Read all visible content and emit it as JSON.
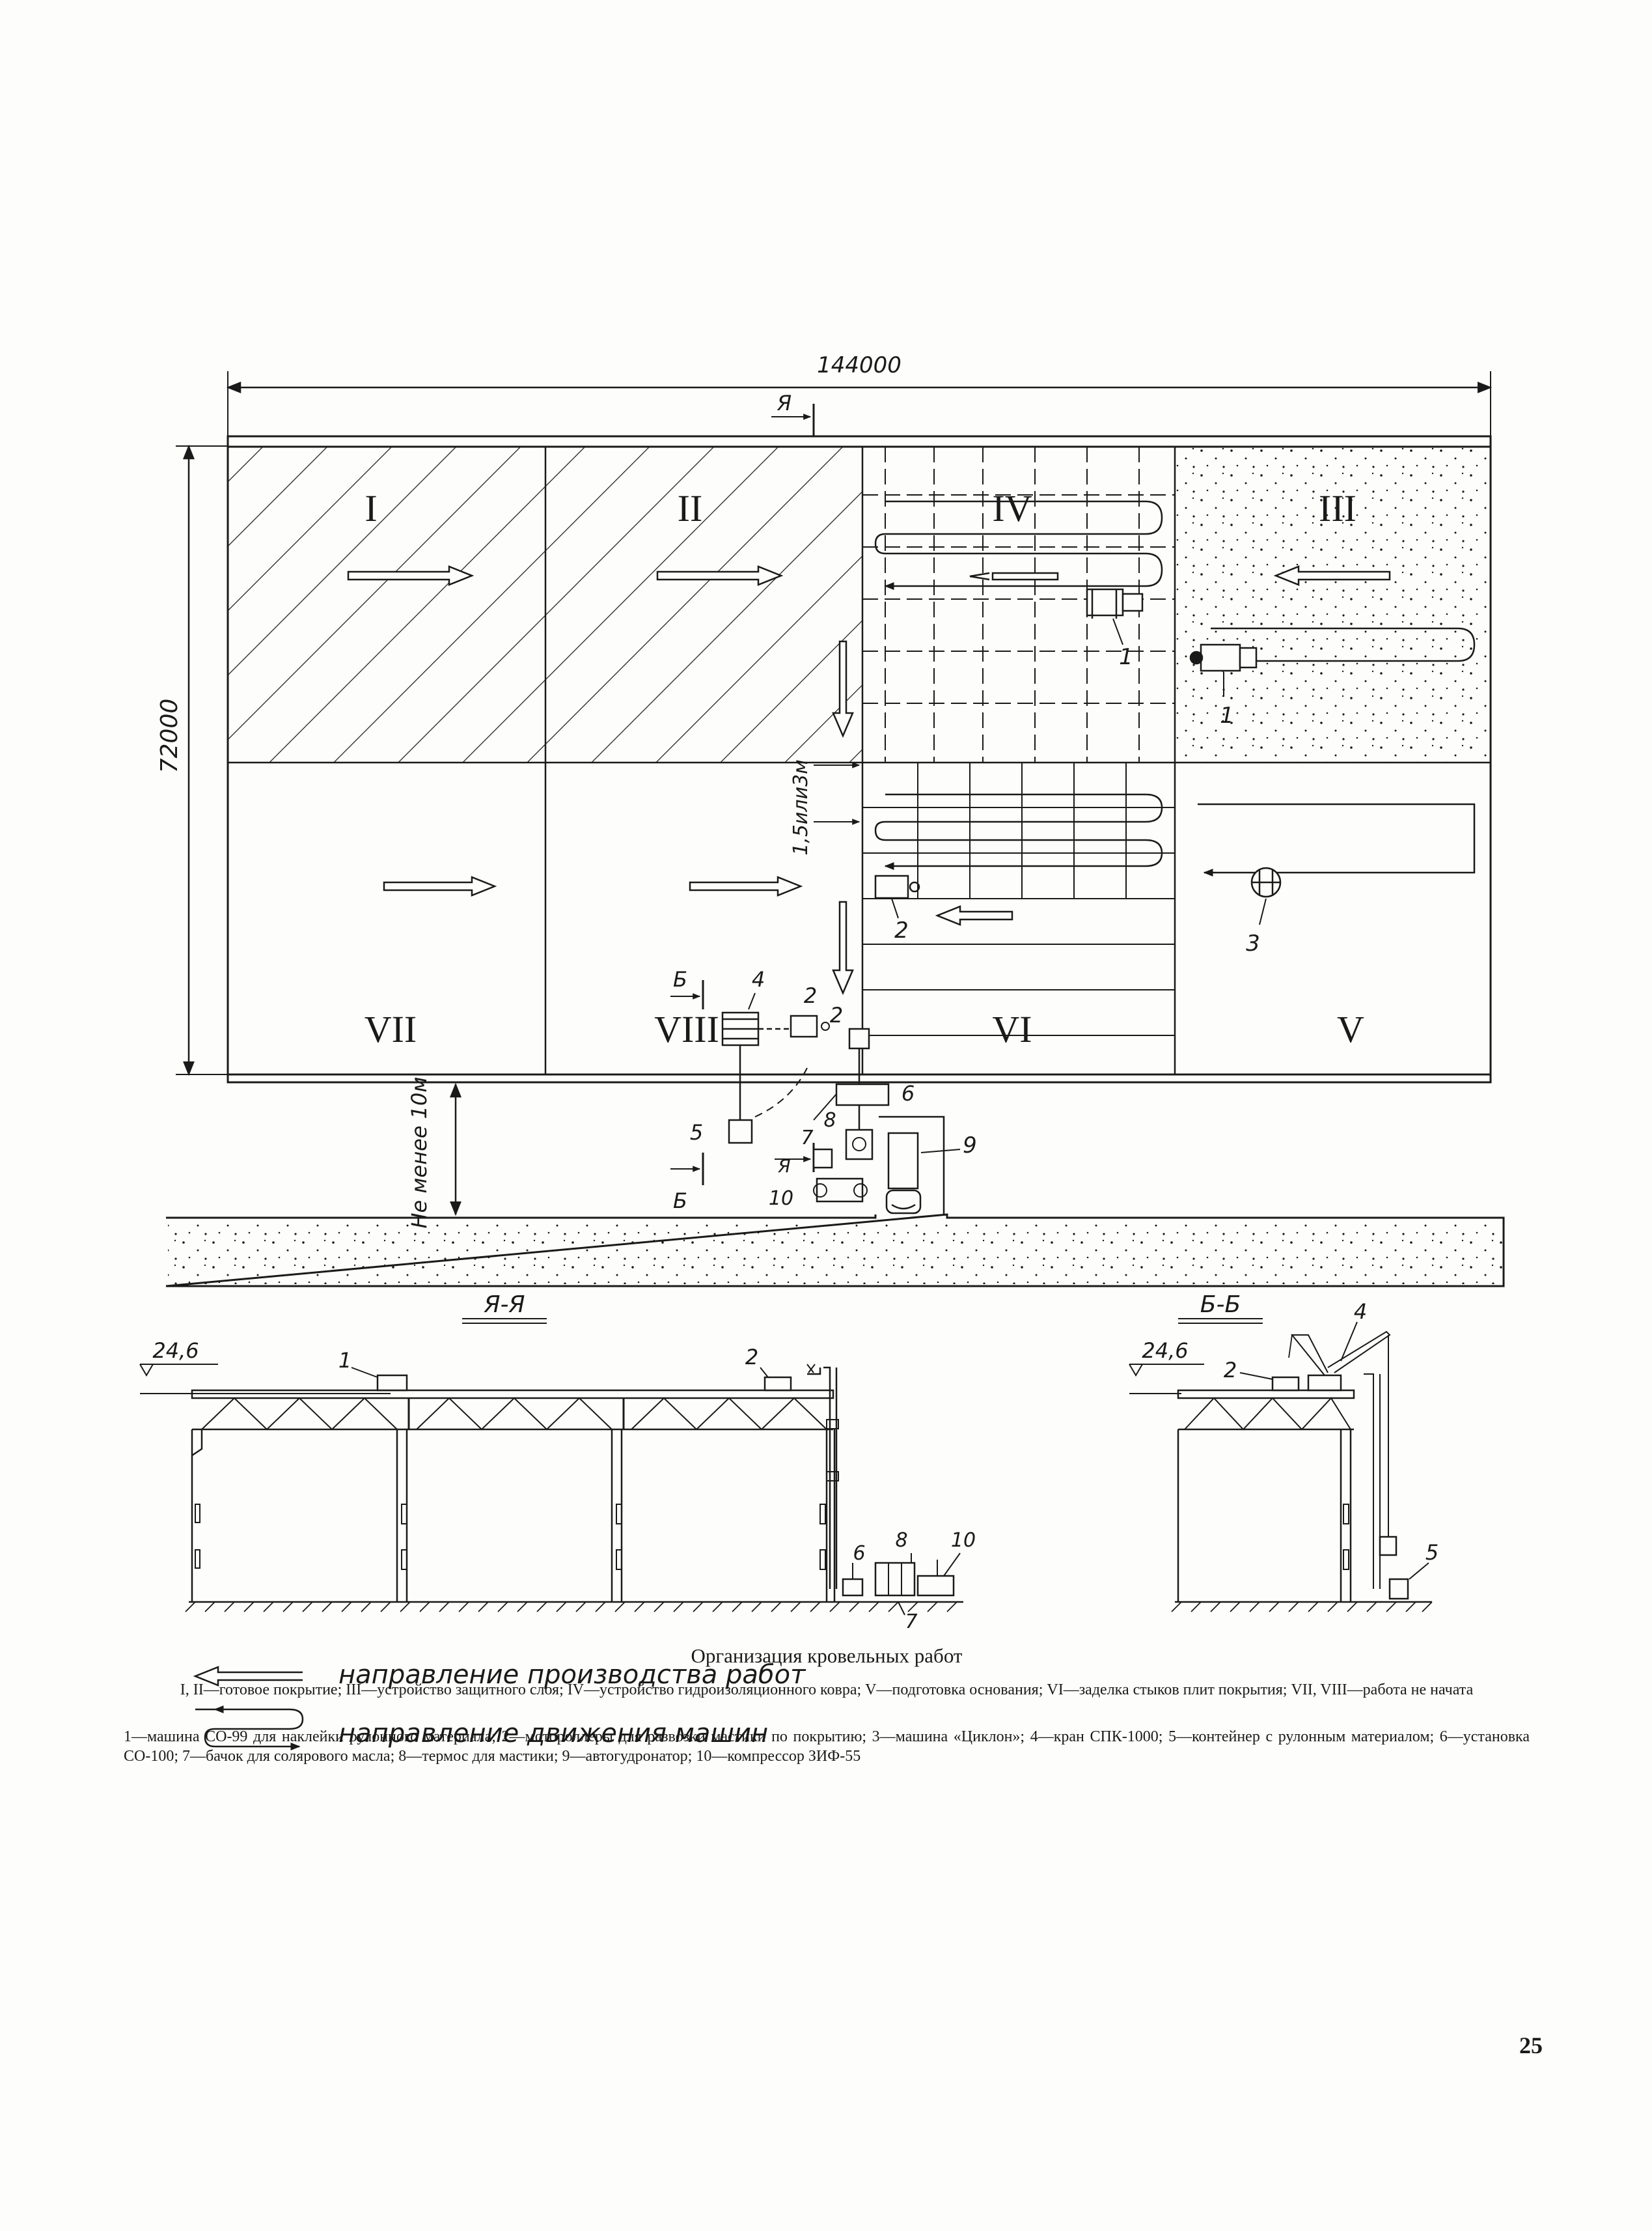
{
  "plan": {
    "dim_length": "144000",
    "dim_width": "72000",
    "dim_gap": "Не менее 10м",
    "dim_step": "1,5или3м",
    "section_marks": {
      "a": "Я",
      "b": "Б"
    },
    "zones": [
      "I",
      "II",
      "IV",
      "III",
      "VII",
      "VIII",
      "VI",
      "V"
    ],
    "labels": [
      "1",
      "1",
      "2",
      "3",
      "4",
      "2",
      "2",
      "5",
      "6",
      "7",
      "8",
      "9",
      "10"
    ]
  },
  "section_a": {
    "title": "Я-Я",
    "level": "24,6",
    "labels": [
      "1",
      "2",
      "6",
      "8",
      "10",
      "7"
    ]
  },
  "section_b": {
    "title": "Б-Б",
    "level": "24,6",
    "labels": [
      "2",
      "4",
      "5"
    ]
  },
  "legend": {
    "work_direction": "направление производства работ",
    "machine_direction": "направление движения машин"
  },
  "caption": {
    "title": "Организация кровельных работ",
    "line1": "I, II—готовое покрытие; III—устройство защитного слоя; IV—устройство гидроизоляционного ковра; V—подготовка основания; VI—заделка стыков плит покрытия; VII, VIII—работа не начата",
    "line2": "1—машина СО-99 для наклейки рулонного материала; 2—мотороллеры для развозки мастики по покрытию; 3—машина «Циклон»; 4—кран СПК-1000; 5—контейнер с рулонным материалом; 6—установка СО-100; 7—бачок для солярового масла; 8—термос для мастики; 9—автогудронатор; 10—компрессор ЗИФ-55"
  },
  "page_number": "25",
  "colors": {
    "ink": "#1a1a1a",
    "paper": "#fdfdfb"
  }
}
